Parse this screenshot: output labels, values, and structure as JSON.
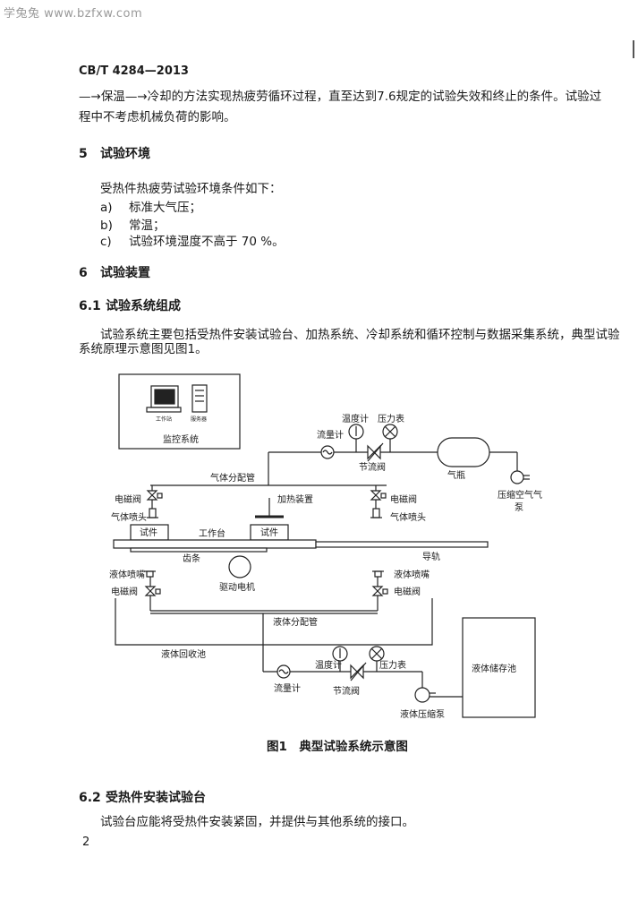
{
  "watermark": "学兔兔 www.bzfxw.com",
  "header": {
    "standard_no": "CB/T 4284—2013"
  },
  "intro": {
    "arrow1": "—→",
    "keep_temp": "保温",
    "arrow2": "—→",
    "line1_rest": "冷却的方法实现热疲劳循环过程，直至达到7.6规定的试验失效和终止的条件。试验过",
    "line2": "程中不考虑机械负荷的影响。"
  },
  "section5": {
    "number": "5",
    "title": "试验环境",
    "lead": "受热件热疲劳试验环境条件如下：",
    "items": [
      {
        "mark": "a)",
        "text": "标准大气压；"
      },
      {
        "mark": "b)",
        "text": "常温；"
      },
      {
        "mark": "c)",
        "text": "试验环境湿度不高于 70 %。"
      }
    ]
  },
  "section6": {
    "number": "6",
    "title": "试验装置"
  },
  "section6_1": {
    "number": "6.1",
    "title": "试验系统组成",
    "line1": "试验系统主要包括受热件安装试验台、加热系统、冷却系统和循环控制与数据采集系统，典型试验",
    "line2": "系统原理示意图见图1。"
  },
  "figure": {
    "caption": "图1　典型试验系统示意图",
    "labels": {
      "workstation": "工作站",
      "server": "服务器",
      "monitor_system": "监控系统",
      "thermometer_top": "温度计",
      "pressure_gauge_top": "压力表",
      "flowmeter_top": "流量计",
      "throttle_top": "节流阀",
      "gas_cylinder": "气瓶",
      "air_pump_line1": "压缩空气气",
      "air_pump_line2": "泵",
      "gas_manifold": "气体分配管",
      "solenoid_left_top": "电磁阀",
      "gas_nozzle_left": "气体喷头",
      "heating_device": "加热装置",
      "solenoid_right_top": "电磁阀",
      "gas_nozzle_right": "气体喷头",
      "specimen_left": "试件",
      "workbench": "工作台",
      "specimen_right": "试件",
      "rack": "齿条",
      "guide_rail": "导轨",
      "liquid_nozzle_left": "液体喷嘴",
      "solenoid_left_bottom": "电磁阀",
      "drive_motor": "驱动电机",
      "liquid_nozzle_right": "液体喷嘴",
      "solenoid_right_bottom": "电磁阀",
      "liquid_manifold": "液体分配管",
      "recovery_tank": "液体回收池",
      "thermometer_bottom": "温度计",
      "pressure_gauge_bottom": "压力表",
      "flowmeter_bottom": "流量计",
      "throttle_bottom": "节流阀",
      "liquid_pump": "液体压缩泵",
      "liquid_storage": "液体储存池"
    }
  },
  "section6_2": {
    "number": "6.2",
    "title": "受热件安装试验台",
    "text": "试验台应能将受热件安装紧固，并提供与其他系统的接口。"
  },
  "page_number": "2"
}
